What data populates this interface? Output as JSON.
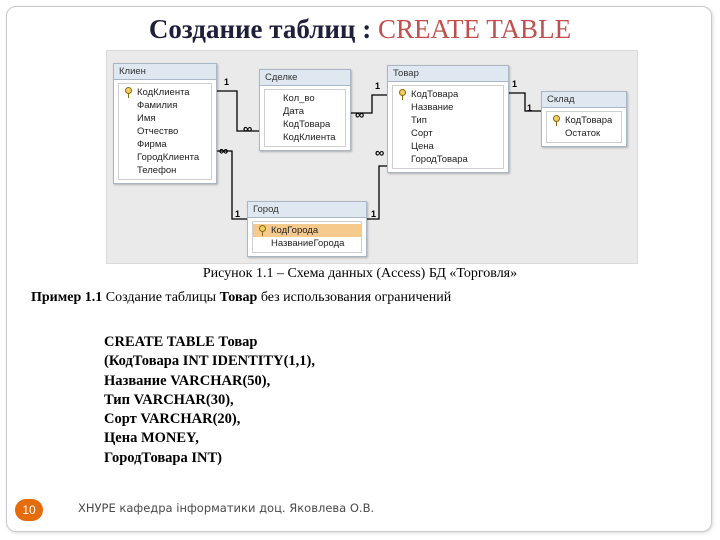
{
  "slide": {
    "title_main": "Создание таблиц : ",
    "title_accent": "CREATE TABLE",
    "caption": "Рисунок 1.1 – Схема данных (Access) БД «Торговля»",
    "example_label": "Пример 1.1",
    "example_text_1": " Создание таблицы ",
    "example_bold": "Товар",
    "example_text_2": " без использования ограничений",
    "code_lines": [
      "CREATE TABLE Товар",
      "(КодТовара INT IDENTITY(1,1),",
      "Название VARCHAR(50),",
      "Тип VARCHAR(30),",
      "Сорт VARCHAR(20),",
      "Цена MONEY,",
      "ГородТовара INT)"
    ],
    "page_number": "10",
    "footer": "ХНУРЕ кафедра інформатики доц. Яковлева О.В."
  },
  "diagram": {
    "tables": {
      "klient": {
        "name": "Клиен",
        "fields": [
          "КодКлиента",
          "Фамилия",
          "Имя",
          "Отчество",
          "Фирма",
          "ГородКлиента",
          "Телефон"
        ]
      },
      "sdelka": {
        "name": "Сделке",
        "fields": [
          "Кол_во",
          "Дата",
          "КодТовара",
          "КодКлиента"
        ]
      },
      "tovar": {
        "name": "Товар",
        "fields": [
          "КодТовара",
          "Название",
          "Тип",
          "Сорт",
          "Цена",
          "ГородТовара"
        ]
      },
      "sklad": {
        "name": "Склад",
        "fields": [
          "КодТовара",
          "Остаток"
        ]
      },
      "gorod": {
        "name": "Город",
        "fields": [
          "КодГорода",
          "НазваниеГорода"
        ]
      }
    },
    "marks": {
      "one": "1",
      "many": "∞"
    },
    "colors": {
      "selected_field": "#f6ca8c",
      "table_header": "#dfe7f1",
      "accent": "#c0504d",
      "page_badge": "#e46c0a"
    }
  }
}
